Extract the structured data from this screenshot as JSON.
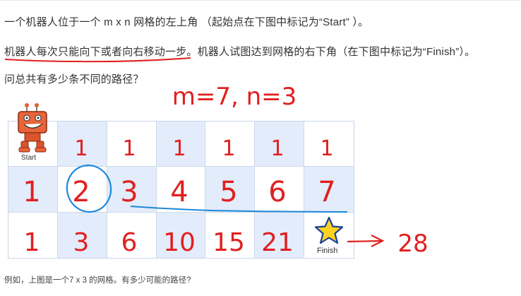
{
  "text": {
    "p1": "一个机器人位于一个 m x n 网格的左上角 （起始点在下图中标记为“Start” ）。",
    "p2": "机器人每次只能向下或者向右移动一步。机器人试图达到网格的右下角（在下图中标记为“Finish”）。",
    "p3": "问总共有多少条不同的路径？",
    "caption": "例如，上图是一个7 x 3 的网格。有多少可能的路径?"
  },
  "grid": {
    "cols": 7,
    "rows": 3,
    "start_label": "Start",
    "finish_label": "Finish",
    "shaded": [
      [
        false,
        true,
        false,
        true,
        false,
        true,
        false
      ],
      [
        true,
        false,
        true,
        false,
        true,
        false,
        true
      ],
      [
        false,
        true,
        false,
        true,
        false,
        true,
        false
      ]
    ]
  },
  "annotations": {
    "dims": "m=7, n=3",
    "row1": [
      "1",
      "1",
      "1",
      "1",
      "1",
      "1"
    ],
    "row2": [
      "1",
      "2",
      "3",
      "4",
      "5",
      "6",
      "7"
    ],
    "row3": [
      "1",
      "3",
      "6",
      "10",
      "15",
      "21"
    ],
    "answer": "28",
    "ink_red": "#e02020",
    "ink_blue": "#1e88d8"
  }
}
